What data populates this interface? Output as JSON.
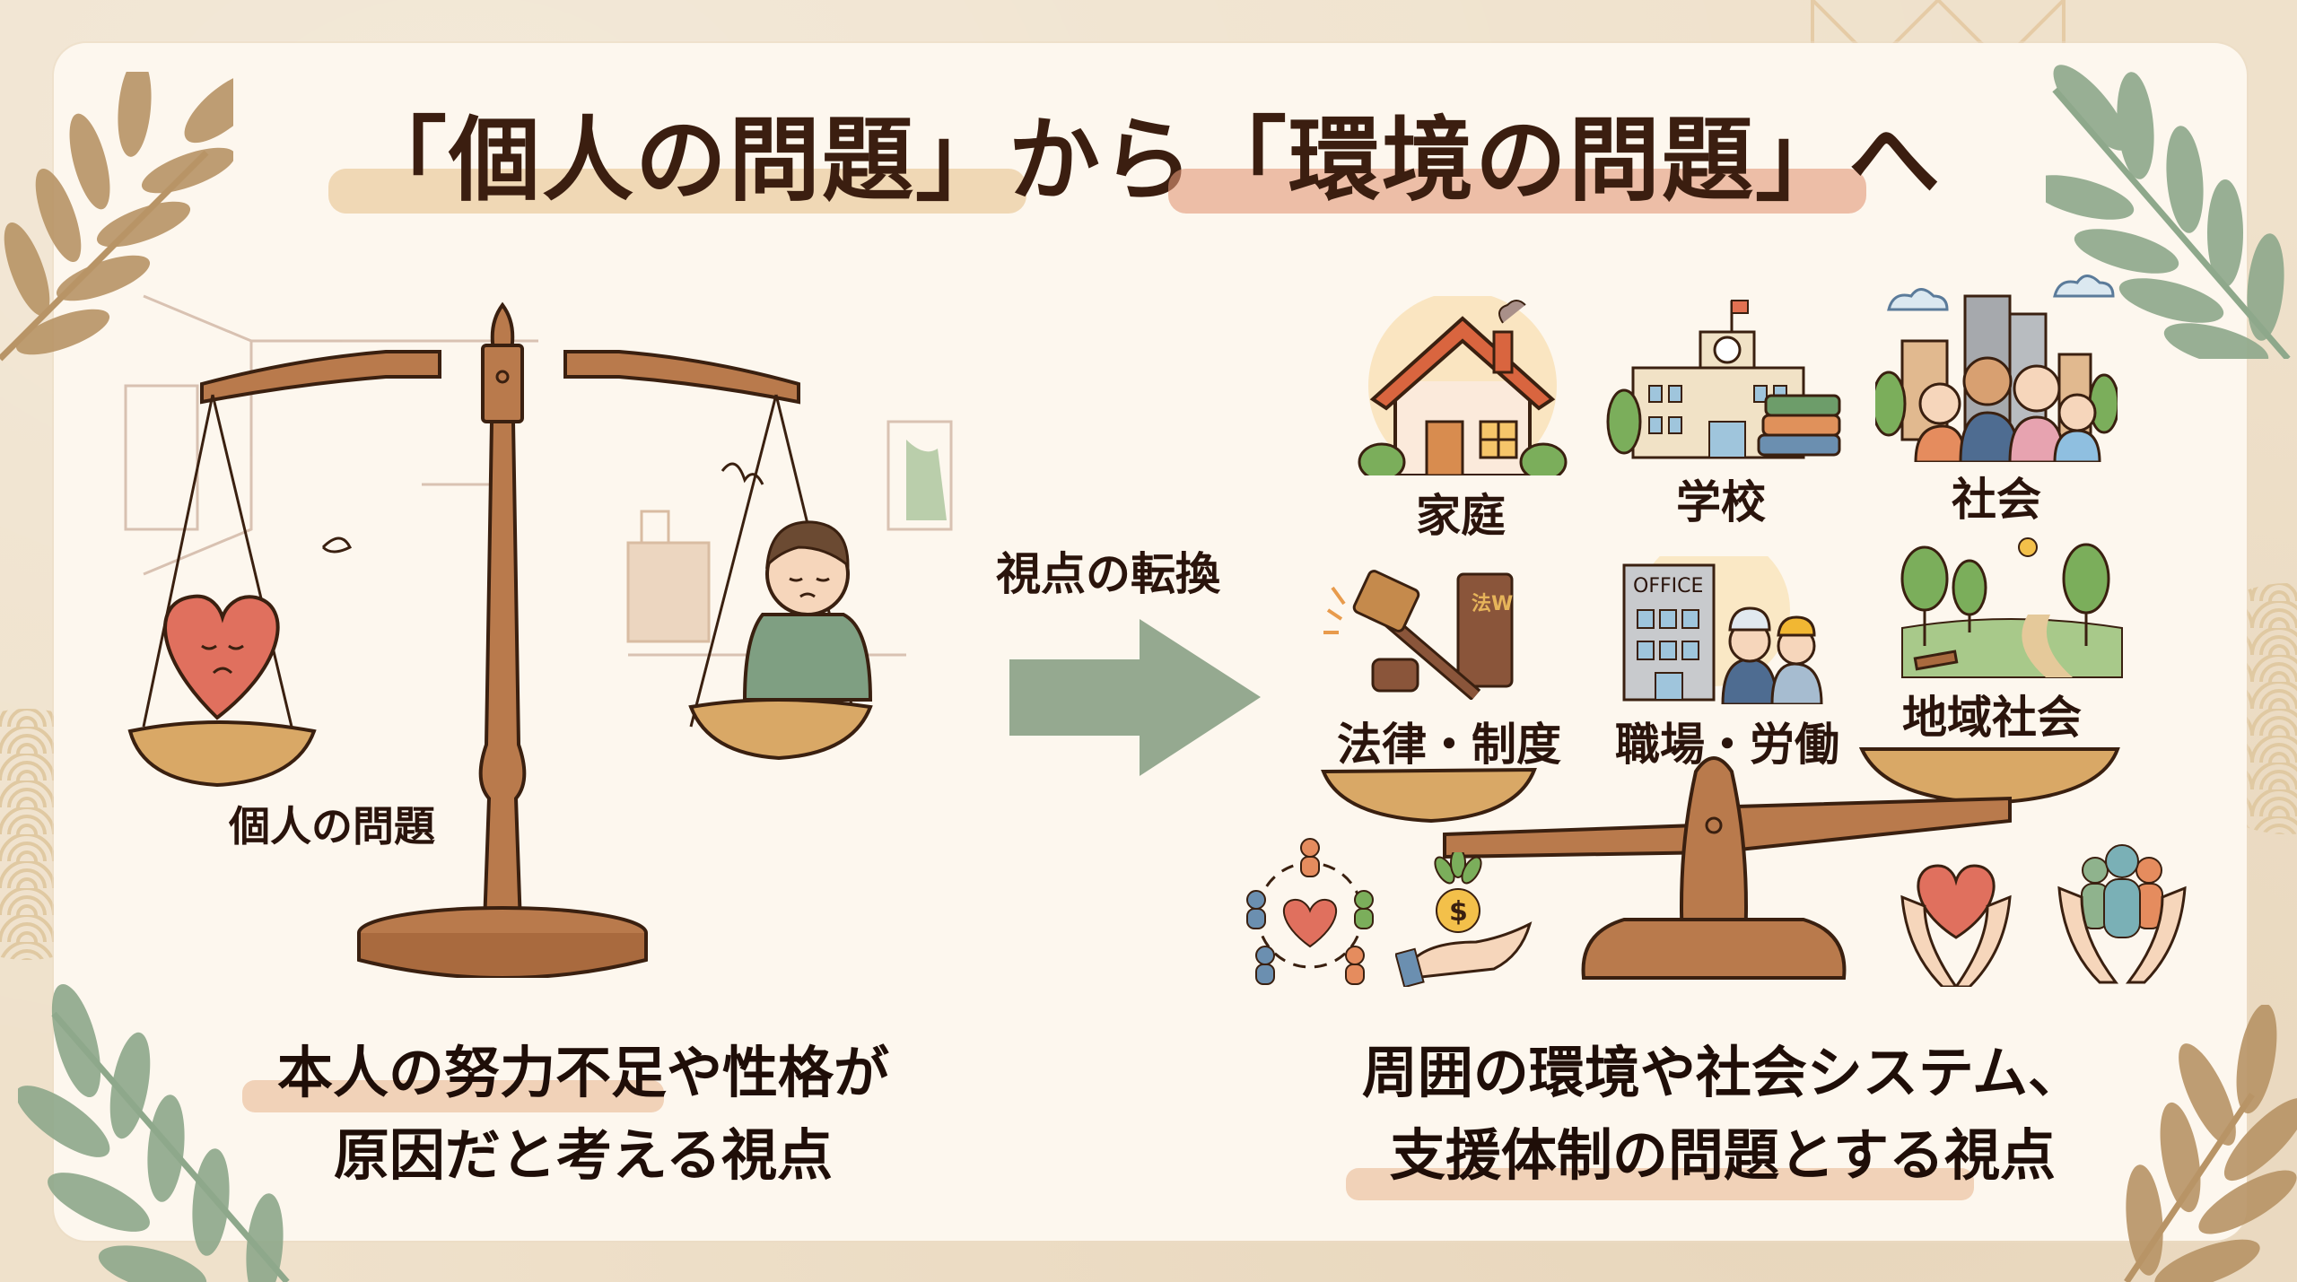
{
  "title": {
    "part1": "「個人の問題」",
    "connector": "から",
    "part2": "「環境の問題」",
    "suffix": "へ"
  },
  "left_panel": {
    "scale_label": "個人の問題",
    "caption_line1": "本人の努力不足や性格が",
    "caption_line2": "原因だと考える視点"
  },
  "center": {
    "shift_label": "視点の転換",
    "arrow_color": "#8fa48a"
  },
  "right_panel": {
    "categories": [
      {
        "label": "家庭",
        "icon": "house-icon"
      },
      {
        "label": "学校",
        "icon": "school-icon"
      },
      {
        "label": "社会",
        "icon": "society-icon"
      },
      {
        "label": "法律・制度",
        "icon": "gavel-law-book-icon"
      },
      {
        "label": "職場・労働",
        "icon": "office-workers-icon"
      },
      {
        "label": "地域社会",
        "icon": "park-community-icon"
      }
    ],
    "book_label": "法W",
    "office_sign": "OFFICE",
    "support_icons": [
      {
        "icon": "network-heart-icon"
      },
      {
        "icon": "money-hand-icon"
      },
      {
        "icon": "hands-heart-icon"
      },
      {
        "icon": "hands-people-icon"
      }
    ],
    "caption_line1": "周囲の環境や社会システム、",
    "caption_line2": "支援体制の問題とする視点"
  },
  "colors": {
    "background": "#efe1cb",
    "paper": "#fdf7ee",
    "text": "#2a140c",
    "scale_wood": "#b97a4c",
    "scale_pan": "#d9a866",
    "leaf_green": "#8ea88b",
    "leaf_brown": "#b89466",
    "highlight_beige": "#e9c896",
    "highlight_salmon": "#e29878"
  }
}
